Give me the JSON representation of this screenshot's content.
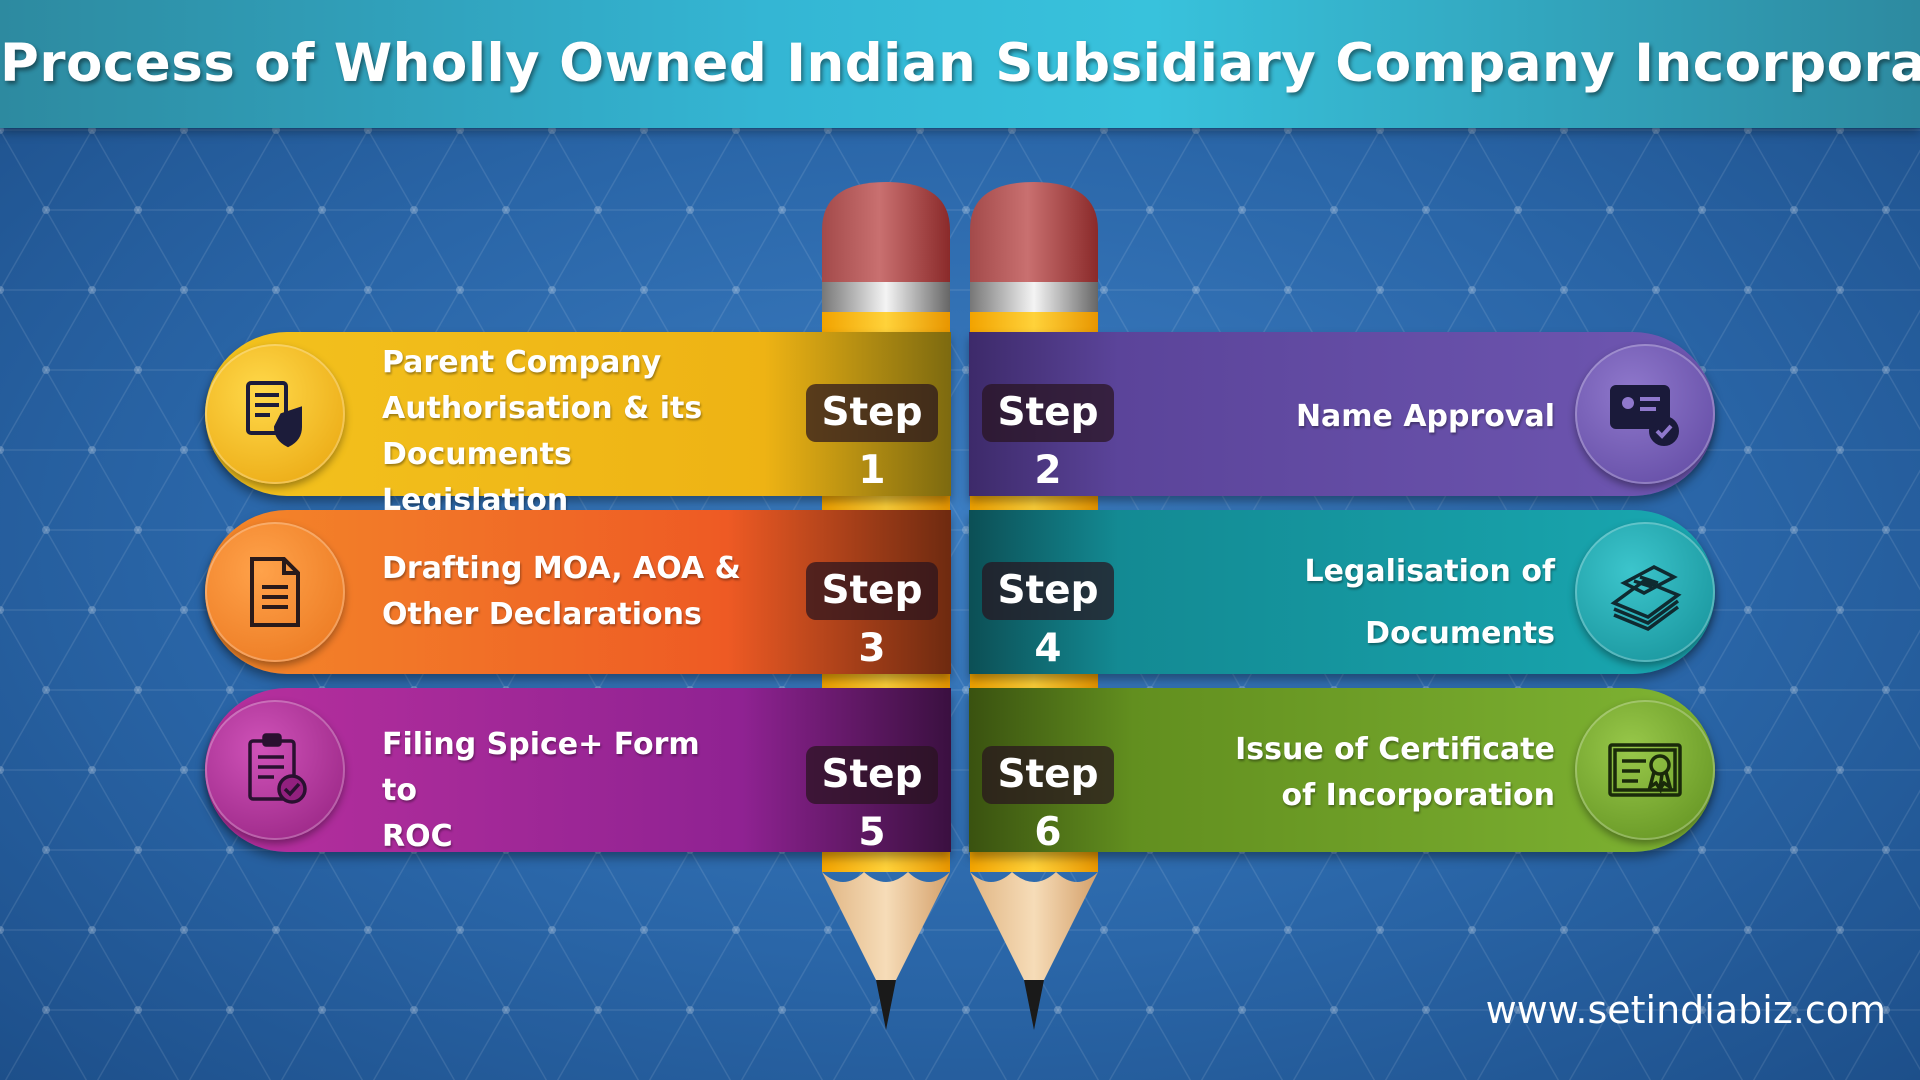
{
  "title": "Process of Wholly Owned Indian Subsidiary Company Incorporation",
  "steps": [
    {
      "step": "Step 1",
      "label_lines": [
        "Parent Company",
        "Authorisation & its",
        "Documents Legislation"
      ],
      "icon": "certificate-shield-icon",
      "color": "#f0b51c"
    },
    {
      "step": "Step 2",
      "label_lines": [
        "Name Approval"
      ],
      "icon": "id-card-check-icon",
      "color": "#6a4ea8"
    },
    {
      "step": "Step 3",
      "label_lines": [
        "Drafting MOA, AOA &",
        "Other Declarations"
      ],
      "icon": "document-icon",
      "color": "#ee5a24"
    },
    {
      "step": "Step 4",
      "label_lines": [
        "Legalisation of",
        "Documents"
      ],
      "icon": "document-stack-icon",
      "color": "#17a2ac"
    },
    {
      "step": "Step 5",
      "label_lines": [
        "Filing Spice+ Form to",
        "ROC"
      ],
      "icon": "clipboard-check-icon",
      "color": "#9c2a9a"
    },
    {
      "step": "Step 6",
      "label_lines": [
        "Issue of Certificate",
        "of Incorporation"
      ],
      "icon": "certificate-award-icon",
      "color": "#77ad2e"
    }
  ],
  "website": "www.setindiabiz.com"
}
